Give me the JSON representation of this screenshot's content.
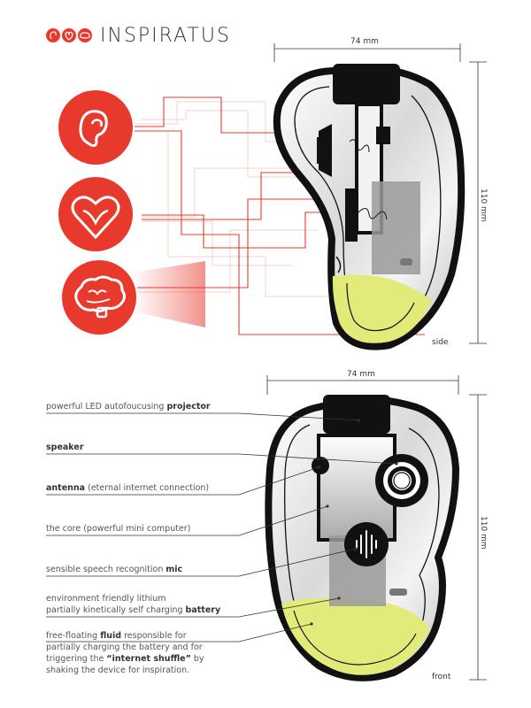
{
  "brand": {
    "name": "INSPIRATUS"
  },
  "colors": {
    "accent": "#e8392d",
    "fluid": "#e2ea7a",
    "outline": "#111111",
    "grey": "#9a9a9a"
  },
  "icons": [
    "ear-icon",
    "heart-icon",
    "brain-icon",
    "sound-wave-icon"
  ],
  "side_view": {
    "width": "74 mm",
    "height": "110 mm",
    "caption": "side"
  },
  "front_view": {
    "width": "74 mm",
    "height": "110 mm",
    "caption": "front"
  },
  "labels": {
    "projector": {
      "pre": "powerful LED autofoucusing ",
      "bold": "projector",
      "post": ""
    },
    "speaker": {
      "pre": "",
      "bold": "speaker",
      "post": ""
    },
    "antenna": {
      "pre": "",
      "bold": "antenna",
      "post": " (eternal internet connection)"
    },
    "core": {
      "text": "the core (powerful mini computer)"
    },
    "mic": {
      "pre": "sensible speech recognition ",
      "bold": "mic",
      "post": ""
    },
    "battery": {
      "line1": "environment friendly lithium",
      "pre": "partially kinetically self charging ",
      "bold": "battery",
      "post": ""
    },
    "fluid": {
      "line1_pre": "free-floating ",
      "line1_bold": "fluid",
      "line1_post": " responsible for",
      "line2": "partially charging the battery and for",
      "line3_pre": "triggering the ",
      "line3_bold": "“internet shuffle”",
      "line3_post": " by",
      "line4": "shaking the device for inspiration."
    }
  }
}
